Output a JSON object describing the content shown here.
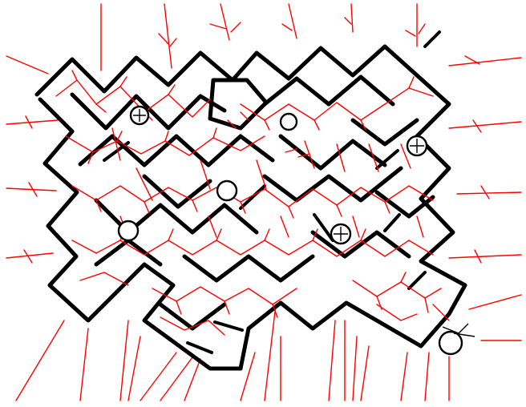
{
  "image": {
    "description_colors": {
      "background": "#ffffff",
      "walls": "#000000",
      "paths": "#ff0000"
    },
    "elements": [
      "maze-outline",
      "internal-walls",
      "path-network",
      "outer-rays",
      "pegs"
    ]
  }
}
